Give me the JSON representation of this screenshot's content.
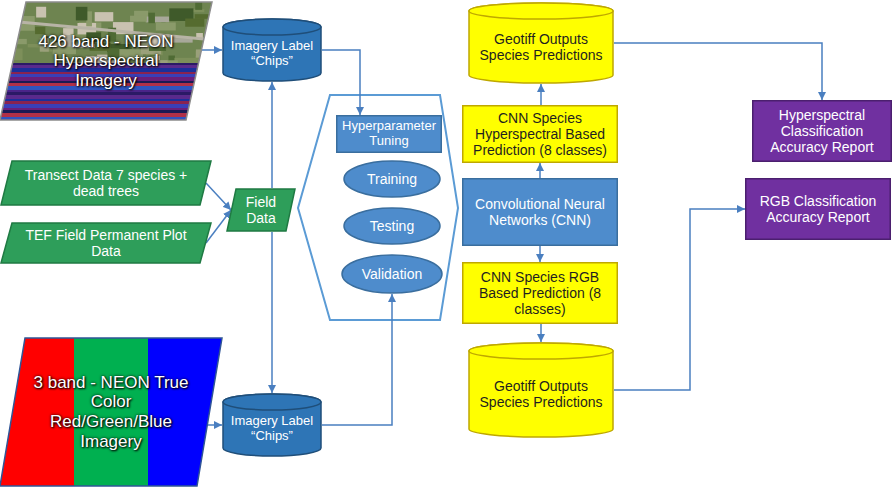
{
  "diagram": {
    "nodes": [
      {
        "text": [
          "426 band - NEON Hyperspectral Imagery"
        ]
      },
      {
        "text": [
          "Imagery Label “Chips”"
        ]
      },
      {
        "text": [
          "Geotiff Outputs Species Predictions"
        ]
      },
      {
        "text": [
          "Hyperspectral Classification Accuracy Report"
        ]
      },
      {
        "text": [
          "Hyperparameter Tuning"
        ]
      },
      {
        "text": [
          "CNN Species Hyperspectral Based Prediction (8 classes)"
        ]
      },
      {
        "text": [
          "Transect Data 7 species + dead trees"
        ]
      },
      {
        "text": [
          "Training"
        ]
      },
      {
        "text": [
          "Field Data"
        ]
      },
      {
        "text": [
          "Convolutional Neural Networks (CNN)"
        ]
      },
      {
        "text": [
          "RGB Classification Accuracy Report"
        ]
      },
      {
        "text": [
          "TEF Field Permanent Plot Data"
        ]
      },
      {
        "text": [
          "Testing"
        ]
      },
      {
        "text": [
          "Validation"
        ]
      },
      {
        "text": [
          "CNN Species RGB Based Prediction (8 classes)"
        ]
      },
      {
        "text": [
          "3 band - NEON True Color Red/Green/Blue Imagery"
        ]
      },
      {
        "text": [
          "Geotiff Outputs Species Predictions"
        ]
      },
      {
        "text": [
          "Imagery Label “Chips”"
        ]
      }
    ],
    "edges": [
      {
        "from": 0,
        "to": 1,
        "arrow": "to"
      },
      {
        "from": 1,
        "to": 4,
        "arrow": "to"
      },
      {
        "from": 6,
        "to": 8,
        "arrow": "to"
      },
      {
        "from": 11,
        "to": 8,
        "arrow": "to"
      },
      {
        "from": 8,
        "to": 1,
        "arrow": "to"
      },
      {
        "from": 8,
        "to": 17,
        "arrow": "to"
      },
      {
        "from": 15,
        "to": 17,
        "arrow": "to"
      },
      {
        "from": 17,
        "to": 13,
        "arrow": "to"
      },
      {
        "from": 9,
        "to": 5,
        "arrow": "to"
      },
      {
        "from": 5,
        "to": 2,
        "arrow": "to"
      },
      {
        "from": 9,
        "to": 14,
        "arrow": "to"
      },
      {
        "from": 14,
        "to": 16,
        "arrow": "to"
      },
      {
        "from": 2,
        "to": 3,
        "arrow": "to"
      },
      {
        "from": 16,
        "to": 10,
        "arrow": "to"
      }
    ]
  }
}
